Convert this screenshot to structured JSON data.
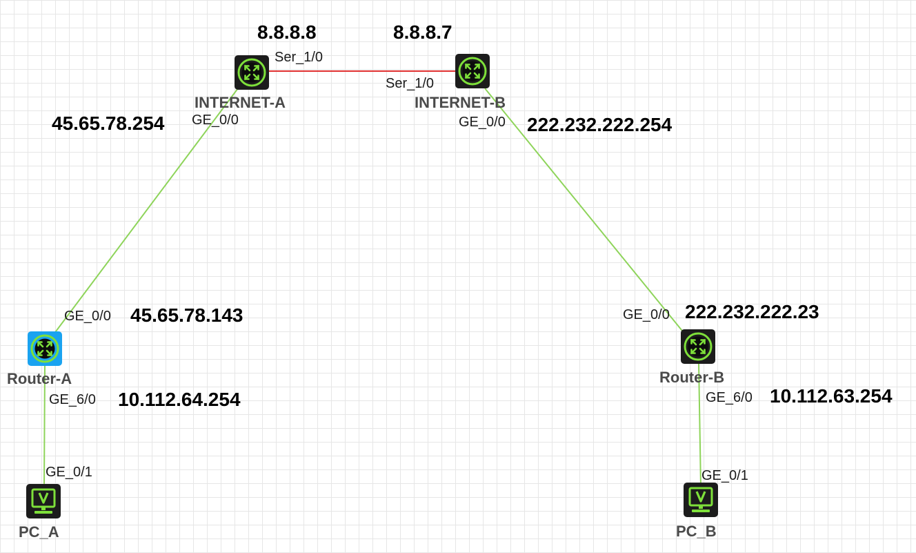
{
  "colors": {
    "ethernet_link": "#8ed45a",
    "serial_link": "#e03030",
    "device_dark": "#1c1c1c",
    "device_selected": "#1aa3f0",
    "device_icon": "#7ee03a"
  },
  "devices": {
    "internet_a": {
      "name": "INTERNET-A",
      "icon": "router-icon",
      "ip_ser": "8.8.8.8",
      "ip_ge": "45.65.78.254",
      "port_ser": "Ser_1/0",
      "port_ge": "GE_0/0"
    },
    "internet_b": {
      "name": "INTERNET-B",
      "icon": "router-icon",
      "ip_ser": "8.8.8.7",
      "ip_ge": "222.232.222.254",
      "port_ser": "Ser_1/0",
      "port_ge": "GE_0/0"
    },
    "router_a": {
      "name": "Router-A",
      "icon": "router-icon",
      "ip_wan": "45.65.78.143",
      "ip_lan": "10.112.64.254",
      "port_wan": "GE_0/0",
      "port_lan": "GE_6/0"
    },
    "router_b": {
      "name": "Router-B",
      "icon": "router-icon",
      "ip_wan": "222.232.222.23",
      "ip_lan": "10.112.63.254",
      "port_wan": "GE_0/0",
      "port_lan": "GE_6/0"
    },
    "pc_a": {
      "name": "PC_A",
      "icon": "pc-icon",
      "port": "GE_0/1"
    },
    "pc_b": {
      "name": "PC_B",
      "icon": "pc-icon",
      "port": "GE_0/1"
    }
  }
}
